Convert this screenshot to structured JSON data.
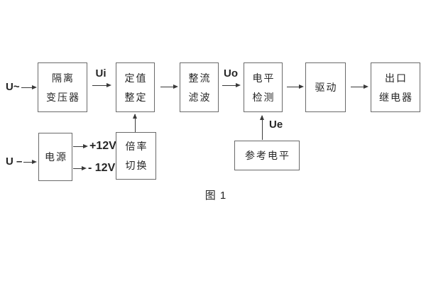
{
  "diagram": {
    "caption": "图 1",
    "inputs": {
      "ac": "U~",
      "dc": "U –"
    },
    "signal_labels": {
      "ui": "Ui",
      "uo": "Uo",
      "ue": "Ue"
    },
    "power_rails": {
      "pos": "+12V",
      "neg": "- 12V"
    },
    "blocks": {
      "isolation_transformer": {
        "line1": "隔离",
        "line2": "变压器"
      },
      "setting_adjust": {
        "line1": "定值",
        "line2": "整定"
      },
      "rectifier_filter": {
        "line1": "整流",
        "line2": "滤波"
      },
      "level_detect": {
        "line1": "电平",
        "line2": "检测"
      },
      "driver": {
        "label": "驱动"
      },
      "output_relay": {
        "line1": "出口",
        "line2": "继电器"
      },
      "power_supply": {
        "label": "电源"
      },
      "ratio_switch": {
        "line1": "倍率",
        "line2": "切换"
      },
      "reference_level": {
        "label": "参考电平"
      }
    },
    "colors": {
      "line": "#3a3a3a",
      "border": "#6a6a6a",
      "text": "#262626",
      "background": "#ffffff"
    }
  }
}
